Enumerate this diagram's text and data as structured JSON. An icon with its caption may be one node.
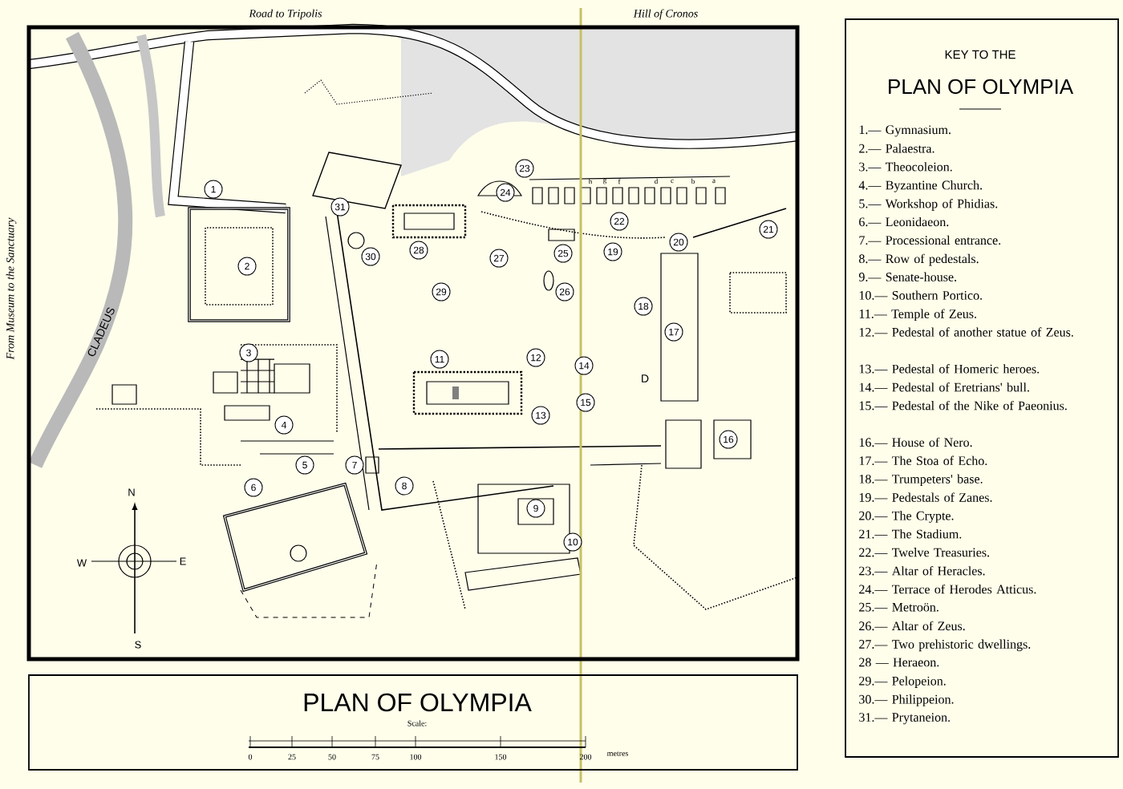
{
  "diagram": {
    "title": "PLAN OF OLYMPIA",
    "nodes": [
      {
        "text": [
          "1"
        ]
      },
      {
        "text": [
          "2"
        ]
      },
      {
        "text": [
          "3"
        ]
      },
      {
        "text": [
          "4"
        ]
      },
      {
        "text": [
          "5"
        ]
      },
      {
        "text": [
          "6"
        ]
      },
      {
        "text": [
          "7"
        ]
      },
      {
        "text": [
          "8"
        ]
      },
      {
        "text": [
          "9"
        ]
      },
      {
        "text": [
          "10"
        ]
      },
      {
        "text": [
          "11"
        ]
      },
      {
        "text": [
          "12"
        ]
      },
      {
        "text": [
          "13"
        ]
      },
      {
        "text": [
          "14"
        ]
      },
      {
        "text": [
          "15"
        ]
      },
      {
        "text": [
          "16"
        ]
      },
      {
        "text": [
          "17"
        ]
      },
      {
        "text": [
          "18"
        ]
      },
      {
        "text": [
          "19"
        ]
      },
      {
        "text": [
          "20"
        ]
      },
      {
        "text": [
          "21"
        ]
      },
      {
        "text": [
          "22"
        ]
      },
      {
        "text": [
          "23"
        ]
      },
      {
        "text": [
          "24"
        ]
      },
      {
        "text": [
          "25"
        ]
      },
      {
        "text": [
          "26"
        ]
      },
      {
        "text": [
          "27"
        ]
      },
      {
        "text": [
          "28"
        ]
      },
      {
        "text": [
          "29"
        ]
      },
      {
        "text": [
          "30"
        ]
      },
      {
        "text": [
          "31"
        ]
      }
    ],
    "labels": [
      "Road to Tripolis",
      "Hill of Cronos",
      "From Museum to the Sanctuary",
      "CLADEUS",
      "h",
      "g",
      "f",
      "d",
      "c",
      "b",
      "a",
      "D",
      "N",
      "W",
      "E",
      "S",
      "Scale:",
      "0",
      "25",
      "50",
      "75",
      "100",
      "150",
      "200",
      "metres",
      "KEY TO THE",
      "PLAN OF OLYMPIA",
      "1.— Gymnasium.",
      "2.— Palaestra.",
      "3.— Theocoleion.",
      "4.— Byzantine Church.",
      "5.— Workshop of Phidias.",
      "6.— Leonidaeon.",
      "7.— Processional entrance.",
      "8.— Row of pedestals.",
      "9.— Senate-house.",
      "10.— Southern Portico.",
      "11.— Temple of Zeus.",
      "12.— Pedestal of another statue of Zeus.",
      "13.— Pedestal of Homeric heroes.",
      "14.— Pedestal of Eretrians' bull.",
      "15.— Pedestal of the Nike of Paeonius.",
      "16.— House of Nero.",
      "17.— The Stoa of Echo.",
      "18.— Trumpeters' base.",
      "19.— Pedestals of Zanes.",
      "20.— The Crypte.",
      "21.— The Stadium.",
      "22.— Twelve Treasuries.",
      "23.— Altar of Heracles.",
      "24.— Terrace of Herodes Atticus.",
      "25.— Metroön.",
      "26.— Altar of Zeus.",
      "27.— Two prehistoric dwellings.",
      "28 — Heraeon.",
      "29.— Pelopeion.",
      "30.— Philippeion.",
      "31.— Prytaneion."
    ]
  }
}
